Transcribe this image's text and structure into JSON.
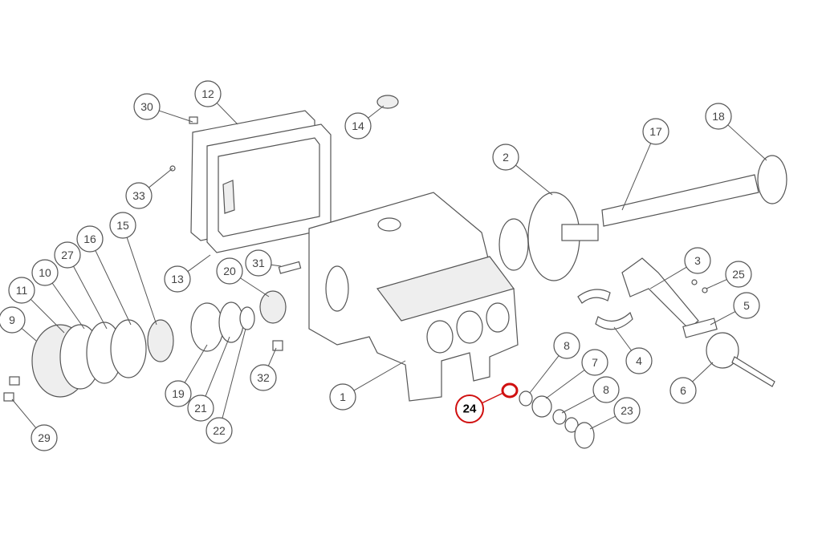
{
  "diagram": {
    "type": "exploded-parts-diagram",
    "highlight_color": "#d01010",
    "callouts": [
      {
        "label": "30"
      },
      {
        "label": "12"
      },
      {
        "label": "14"
      },
      {
        "label": "33"
      },
      {
        "label": "15"
      },
      {
        "label": "16"
      },
      {
        "label": "27"
      },
      {
        "label": "10"
      },
      {
        "label": "11"
      },
      {
        "label": "9"
      },
      {
        "label": "13"
      },
      {
        "label": "31"
      },
      {
        "label": "20"
      },
      {
        "label": "19"
      },
      {
        "label": "21"
      },
      {
        "label": "22"
      },
      {
        "label": "32"
      },
      {
        "label": "29"
      },
      {
        "label": "1"
      },
      {
        "label": "2"
      },
      {
        "label": "17"
      },
      {
        "label": "18"
      },
      {
        "label": "3"
      },
      {
        "label": "25"
      },
      {
        "label": "5"
      },
      {
        "label": "4"
      },
      {
        "label": "6"
      },
      {
        "label": "8"
      },
      {
        "label": "7"
      },
      {
        "label": "8"
      },
      {
        "label": "23"
      },
      {
        "label": "24",
        "highlighted": true
      }
    ]
  }
}
